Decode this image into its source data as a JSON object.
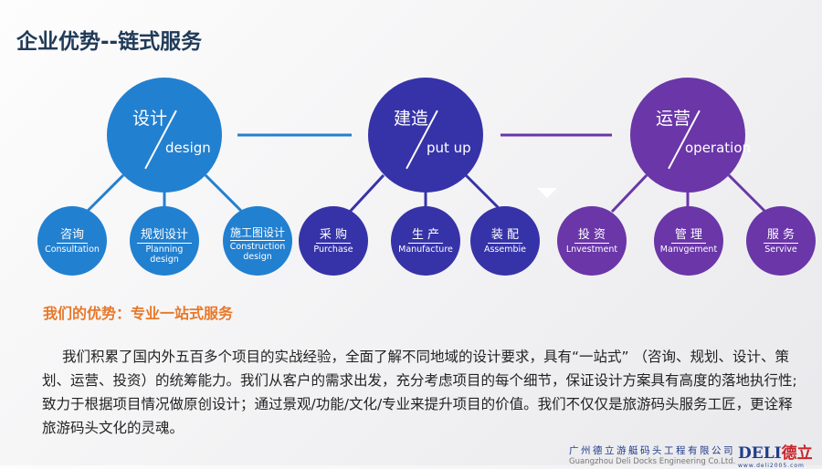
{
  "title": "企业优势--链式服务",
  "colors": {
    "design": "#2280d0",
    "build": "#3633a8",
    "operate": "#6a36a8",
    "accent": "#e8782a"
  },
  "groups": [
    {
      "cn": "设计",
      "en": "design",
      "children": [
        {
          "cn": "咨询",
          "en": "Consultation"
        },
        {
          "cn": "规划设计",
          "en": "Planning design"
        },
        {
          "cn": "施工图设计",
          "en": "Construction design"
        }
      ]
    },
    {
      "cn": "建造",
      "en": "put up",
      "children": [
        {
          "cn": "采 购",
          "en": "Purchase"
        },
        {
          "cn": "生 产",
          "en": "Manufacture"
        },
        {
          "cn": "装 配",
          "en": "Assembie"
        }
      ]
    },
    {
      "cn": "运营",
      "en": "operation",
      "children": [
        {
          "cn": "投 资",
          "en": "Lnvestment"
        },
        {
          "cn": "管 理",
          "en": "Manvgement"
        },
        {
          "cn": "服 务",
          "en": "Servive"
        }
      ]
    }
  ],
  "subtitle": "我们的优势：专业一站式服务",
  "paragraph": "我们积累了国内外五百多个项目的实战经验，全面了解不同地域的设计要求，具有“一站式” （咨询、规划、设计、策划、运营、投资）的统筹能力。我们从客户的需求出发，充分考虑项目的每个细节，保证设计方案具有高度的落地执行性;致力于根据项目情况做原创设计；通过景观/功能/文化/专业来提升项目的价值。我们不仅仅是旅游码头服务工匠，更诠释旅游码头文化的灵魂。",
  "footer": {
    "cn": "广州德立游艇码头工程有限公司",
    "en": "Guangzhou Deli Docks Engineering Co.Ltd.",
    "logo_en": "DELI",
    "logo_cn": "德立",
    "logo_url": "www.deli2005.com"
  }
}
